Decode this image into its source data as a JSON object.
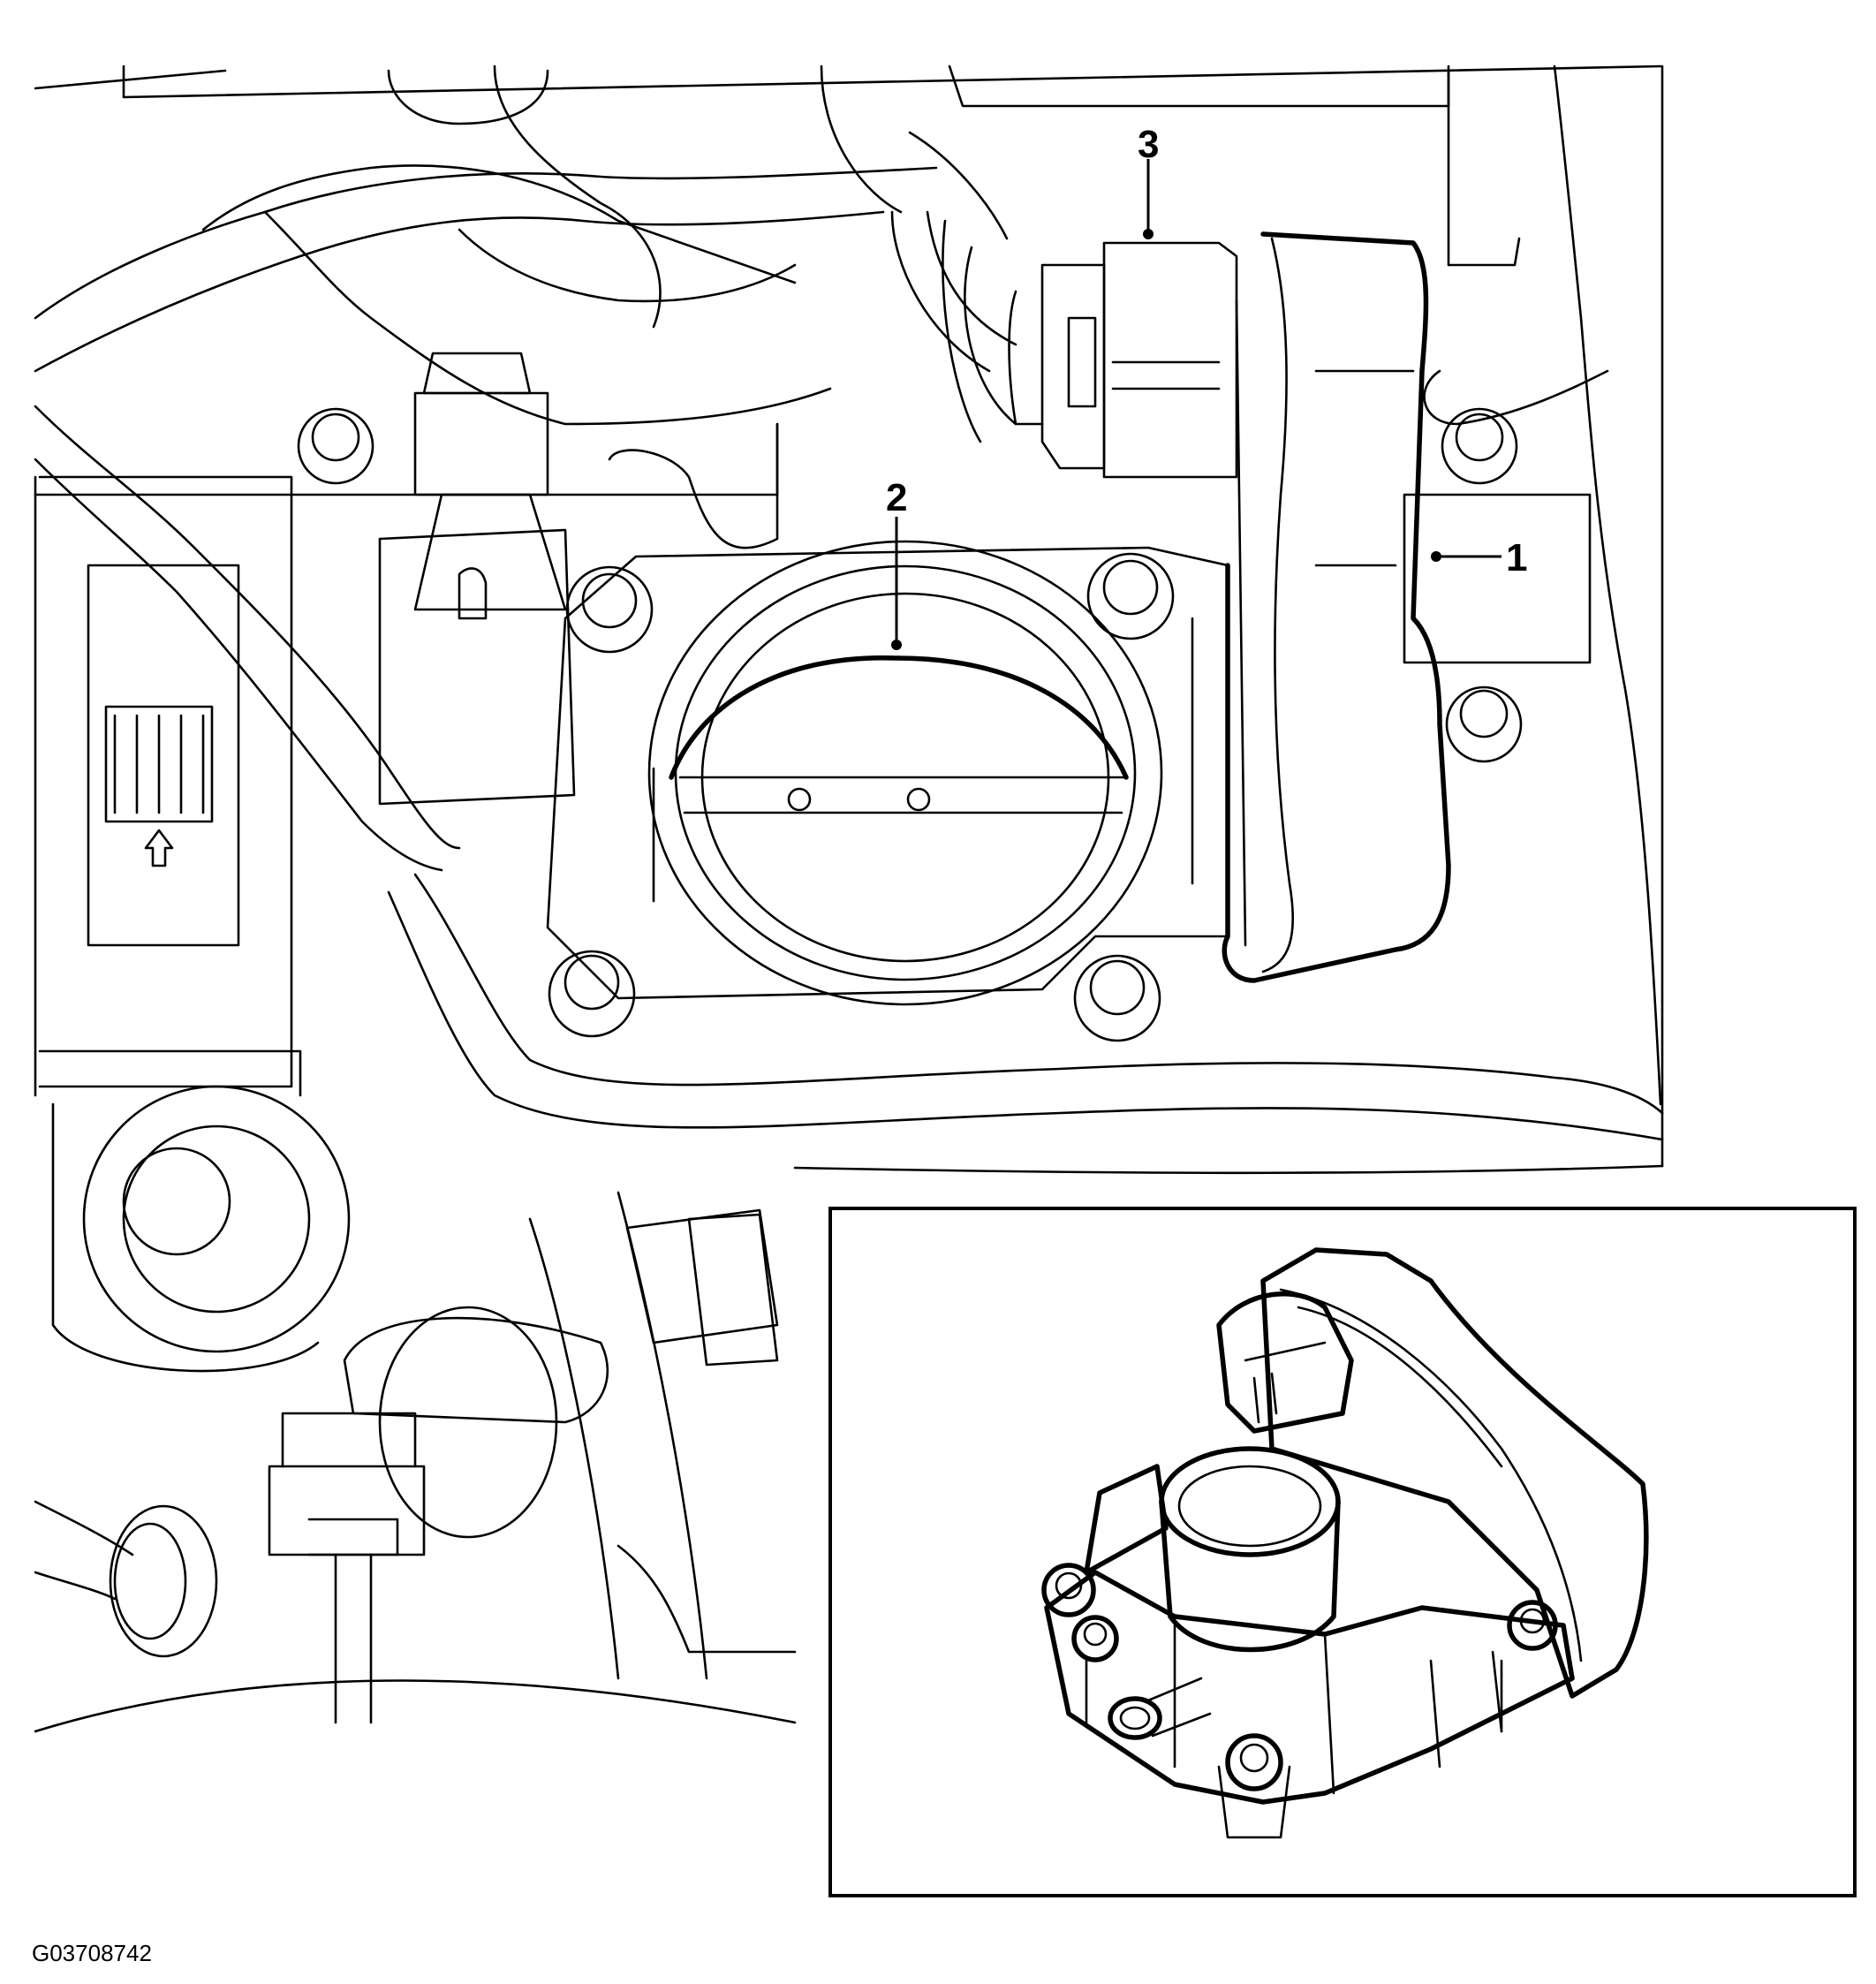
{
  "figure_id": "G03708742",
  "callouts": [
    {
      "number": "1"
    },
    {
      "number": "2"
    },
    {
      "number": "3"
    }
  ],
  "colors": {
    "ink": "#000000",
    "paper": "#ffffff"
  }
}
